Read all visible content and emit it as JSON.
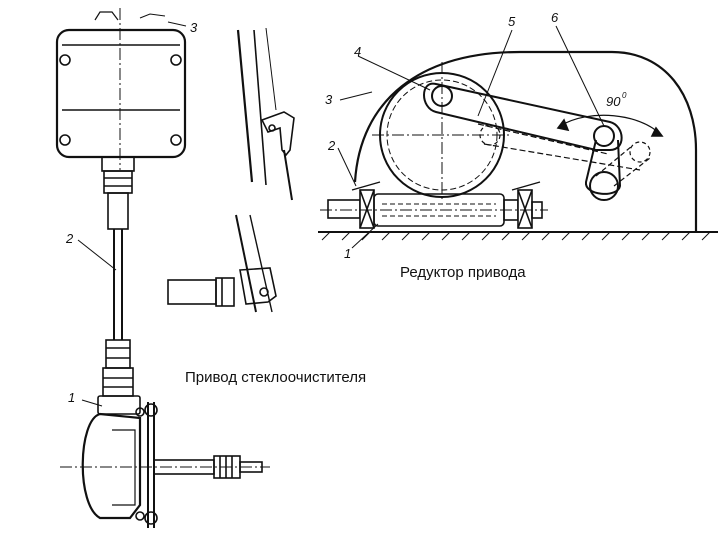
{
  "captions": {
    "reducer": "Редуктор привода",
    "wiper_drive": "Привод стеклоочистителя"
  },
  "left_figure": {
    "labels": {
      "n1": "1",
      "n2": "2",
      "n3": "3"
    }
  },
  "right_figure": {
    "labels": {
      "n1": "1",
      "n2": "2",
      "n3": "3",
      "n4": "4",
      "n5": "5",
      "n6": "6"
    },
    "angle": "90",
    "angle_unit": "0"
  },
  "colors": {
    "line": "#111111",
    "background": "#ffffff"
  }
}
